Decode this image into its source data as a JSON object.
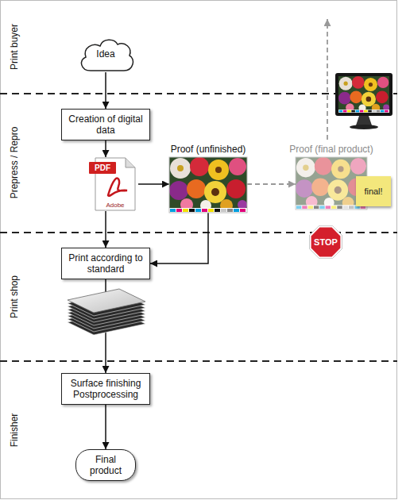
{
  "diagram": {
    "nodes": [
      {
        "text": [
          "Idea"
        ]
      },
      {
        "text": [
          "Creation of digital data"
        ]
      },
      {
        "text": [
          "PDF",
          "Adobe"
        ]
      },
      {
        "text": [
          "Proof (unfinished)"
        ]
      },
      {
        "text": [
          "Proof (final product)"
        ]
      },
      {
        "text": [
          "final!"
        ],
        "in": 4
      },
      {
        "text": [
          "STOP"
        ]
      },
      {
        "text": [
          "Print according to standard"
        ]
      },
      {
        "text": [
          "Surface finishing Postprocessing"
        ]
      },
      {
        "text": [
          "Final product"
        ]
      }
    ],
    "edges": [
      {
        "from": 0,
        "to": 1,
        "arrow": "to"
      },
      {
        "from": 1,
        "to": 2,
        "arrow": "to"
      },
      {
        "from": 2,
        "to": 3,
        "arrow": "to"
      },
      {
        "from": 2,
        "to": 7,
        "arrow": "to"
      },
      {
        "from": 3,
        "to": 7,
        "arrow": "to"
      },
      {
        "from": 3,
        "to": 4,
        "arrow": "to"
      },
      {
        "from": 7,
        "to": 8,
        "arrow": "to"
      },
      {
        "from": 8,
        "to": 9,
        "arrow": "to"
      }
    ],
    "labels": [
      "Print buyer",
      "Prepress / Repro",
      "Print shop",
      "Finisher"
    ]
  }
}
